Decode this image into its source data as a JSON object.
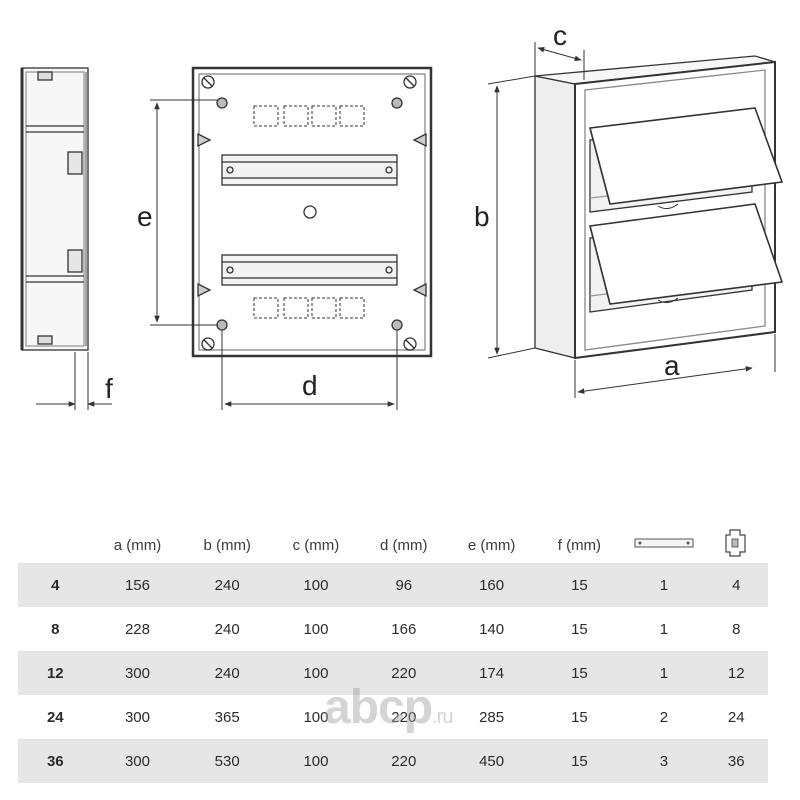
{
  "dimensions": {
    "a": "a",
    "b": "b",
    "c": "c",
    "d": "d",
    "e": "e",
    "f": "f"
  },
  "table": {
    "headers": [
      "",
      "a (mm)",
      "b (mm)",
      "c (mm)",
      "d (mm)",
      "e (mm)",
      "f (mm)",
      "din-rail-icon",
      "breaker-module-icon"
    ],
    "rows": [
      {
        "label": "4",
        "a": "156",
        "b": "240",
        "c": "100",
        "d": "96",
        "e": "160",
        "f": "15",
        "rails": "1",
        "modules": "4"
      },
      {
        "label": "8",
        "a": "228",
        "b": "240",
        "c": "100",
        "d": "166",
        "e": "140",
        "f": "15",
        "rails": "1",
        "modules": "8"
      },
      {
        "label": "12",
        "a": "300",
        "b": "240",
        "c": "100",
        "d": "220",
        "e": "174",
        "f": "15",
        "rails": "1",
        "modules": "12"
      },
      {
        "label": "24",
        "a": "300",
        "b": "365",
        "c": "100",
        "d": "220",
        "e": "285",
        "f": "15",
        "rails": "2",
        "modules": "24"
      },
      {
        "label": "36",
        "a": "300",
        "b": "530",
        "c": "100",
        "d": "220",
        "e": "450",
        "f": "15",
        "rails": "3",
        "modules": "36"
      }
    ]
  },
  "watermark": {
    "main": "abcp",
    "suffix": ".ru"
  }
}
